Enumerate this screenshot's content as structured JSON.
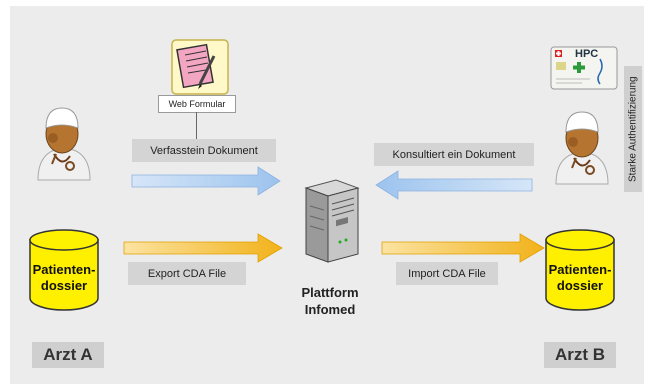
{
  "webform": {
    "caption": "Web Formular"
  },
  "hpc_card": {
    "label": "HPC"
  },
  "vertical_label": "Starke Authentifizierung",
  "flows": {
    "top_left": "Verfasstein Dokument",
    "top_right": "Konsultiert ein Dokument",
    "bottom_left": "Export CDA File",
    "bottom_right": "Import CDA File"
  },
  "platform": {
    "line1": "Plattform",
    "line2": "Infomed"
  },
  "databases": {
    "left": {
      "line1": "Patienten-",
      "line2": "dossier"
    },
    "right": {
      "line1": "Patienten-",
      "line2": "dossier"
    }
  },
  "actors": {
    "left": "Arzt A",
    "right": "Arzt B"
  },
  "colors": {
    "blue_arrow": "#9cc3ee",
    "orange_arrow": "#f2b21a",
    "database": "#fff000",
    "label_bg": "#d4d4d4"
  }
}
